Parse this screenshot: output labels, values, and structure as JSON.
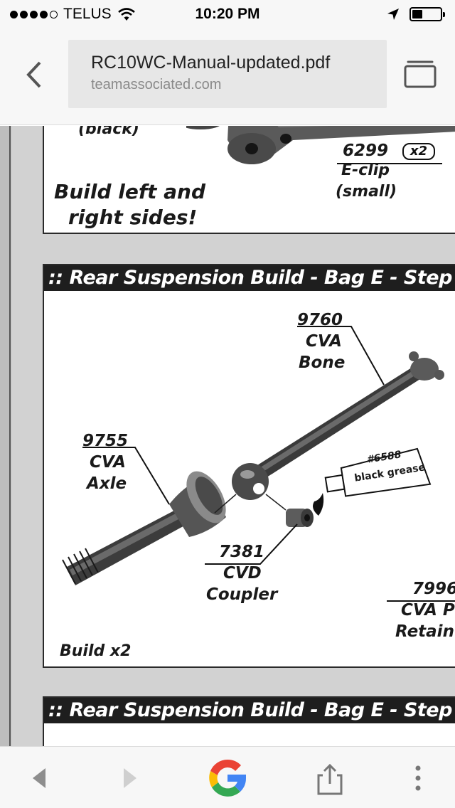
{
  "status_bar": {
    "carrier": "TELUS",
    "time": "10:20 PM",
    "signal_icon": "signal-dots-icon",
    "wifi_icon": "wifi-icon",
    "location_icon": "location-arrow-icon",
    "battery_icon": "battery-icon",
    "signal_bars_filled": 4,
    "signal_bars_total": 5,
    "battery_level": 0.3
  },
  "browser": {
    "page_title": "RC10WC-Manual-updated.pdf",
    "domain": "teamassociated.com",
    "back_icon": "back-chevron-icon",
    "tabs_icon": "tabs-icon"
  },
  "document": {
    "top_panel": {
      "label_black": "(black)",
      "part_number": "6299",
      "quantity": "x2",
      "part_name": "E-clip",
      "part_size": "(small)",
      "instruction_line1": "Build left and",
      "instruction_line2": "right sides!"
    },
    "middle_panel": {
      "header": ":: Rear Suspension Build - Bag E - Step",
      "part_bone_number": "9760",
      "part_bone_name_1": "CVA",
      "part_bone_name_2": "Bone",
      "part_axle_number": "9755",
      "part_axle_name_1": "CVA",
      "part_axle_name_2": "Axle",
      "grease_label_1": "#6588",
      "grease_label_2": "black grease",
      "part_coupler_number": "7381",
      "part_coupler_name_1": "CVD",
      "part_coupler_name_2": "Coupler",
      "part_pin_number": "7996",
      "part_pin_name_1": "CVA Pi",
      "part_pin_name_2": "Retain",
      "build_note": "Build x2"
    },
    "bottom_panel": {
      "header": ":: Rear Suspension Build - Bag E - Step"
    }
  },
  "bottom_bar": {
    "back_icon": "nav-back-triangle-icon",
    "forward_icon": "nav-forward-triangle-icon",
    "google_icon": "google-g-icon",
    "share_icon": "share-icon",
    "menu_icon": "more-vertical-icon"
  }
}
